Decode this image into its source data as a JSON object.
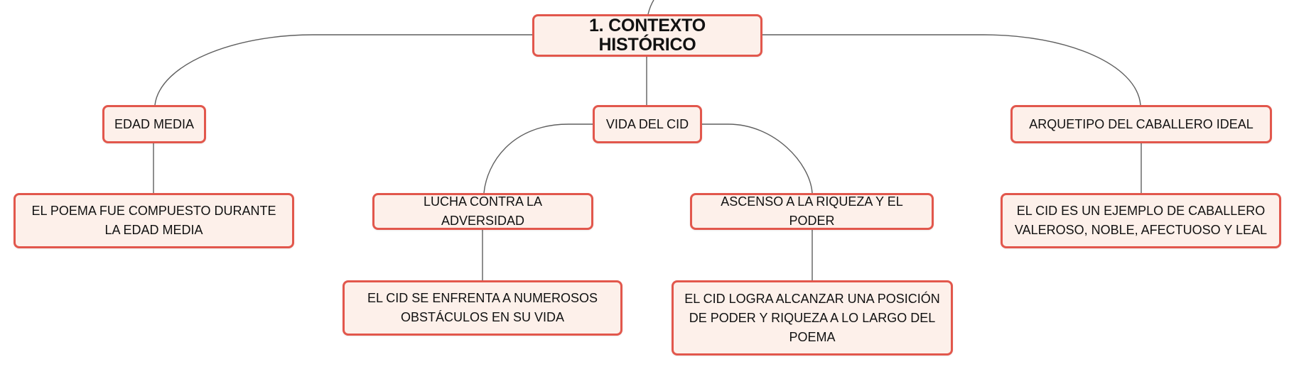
{
  "colors": {
    "node_border": "#e2574c",
    "node_fill": "#fdf0ea",
    "connector": "#5f5f5f",
    "text": "#111111"
  },
  "nodes": {
    "root": {
      "label": "1. CONTEXTO HISTÓRICO"
    },
    "edad_media": {
      "label": "EDAD MEDIA"
    },
    "vida_del_cid": {
      "label": "VIDA DEL CID"
    },
    "arquetipo": {
      "label": "ARQUETIPO DEL CABALLERO IDEAL"
    },
    "poema_compuesto": {
      "label": "EL POEMA FUE COMPUESTO DURANTE LA EDAD MEDIA"
    },
    "lucha": {
      "label": "LUCHA CONTRA LA ADVERSIDAD"
    },
    "ascenso": {
      "label": "ASCENSO A LA RIQUEZA Y EL PODER"
    },
    "cid_ejemplo": {
      "label": "EL CID ES UN EJEMPLO DE CABALLERO VALEROSO, NOBLE, AFECTUOSO Y LEAL"
    },
    "obstaculos": {
      "label": "EL CID SE ENFRENTA A NUMEROSOS OBSTÁCULOS EN SU VIDA"
    },
    "posicion": {
      "label": "EL CID LOGRA ALCANZAR UNA POSICIÓN DE PODER Y RIQUEZA A LO LARGO DEL POEMA"
    }
  },
  "edges": [
    {
      "from": "root",
      "to": "edad_media"
    },
    {
      "from": "root",
      "to": "vida_del_cid"
    },
    {
      "from": "root",
      "to": "arquetipo"
    },
    {
      "from": "edad_media",
      "to": "poema_compuesto"
    },
    {
      "from": "vida_del_cid",
      "to": "lucha"
    },
    {
      "from": "vida_del_cid",
      "to": "ascenso"
    },
    {
      "from": "arquetipo",
      "to": "cid_ejemplo"
    },
    {
      "from": "lucha",
      "to": "obstaculos"
    },
    {
      "from": "ascenso",
      "to": "posicion"
    }
  ]
}
